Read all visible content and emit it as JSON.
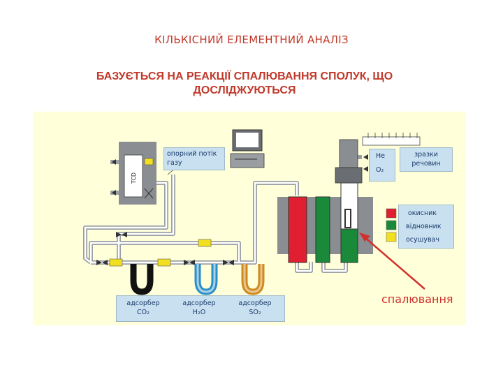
{
  "title": "КІЛЬКІСНИЙ ЕЛЕМЕНТНИЙ АНАЛІЗ",
  "subtitle": "БАЗУЄТЬСЯ НА РЕАКЦІЇ СПАЛЮВАННЯ СПОЛУК, ЩО ДОСЛІДЖУЮТЬСЯ",
  "diagram": {
    "detector_label": "TCD",
    "reference_gas_label": "опорний потік газу",
    "gas_he": "He",
    "gas_o2": "O₂",
    "samples_label": "зразки речовин",
    "legend": [
      {
        "label": "окисник",
        "color": "#e02030"
      },
      {
        "label": "відновник",
        "color": "#1a8a3a"
      },
      {
        "label": "осушувач",
        "color": "#f2e020"
      }
    ],
    "adsorbers": [
      {
        "name": "адсорбер",
        "species": "CO₂",
        "color": "#111111"
      },
      {
        "name": "адсорбер",
        "species": "H₂O",
        "color": "#2a8fc8"
      },
      {
        "name": "адсорбер",
        "species": "SO₂",
        "color": "#d08a20"
      }
    ],
    "combustion_label": "спалювання"
  }
}
